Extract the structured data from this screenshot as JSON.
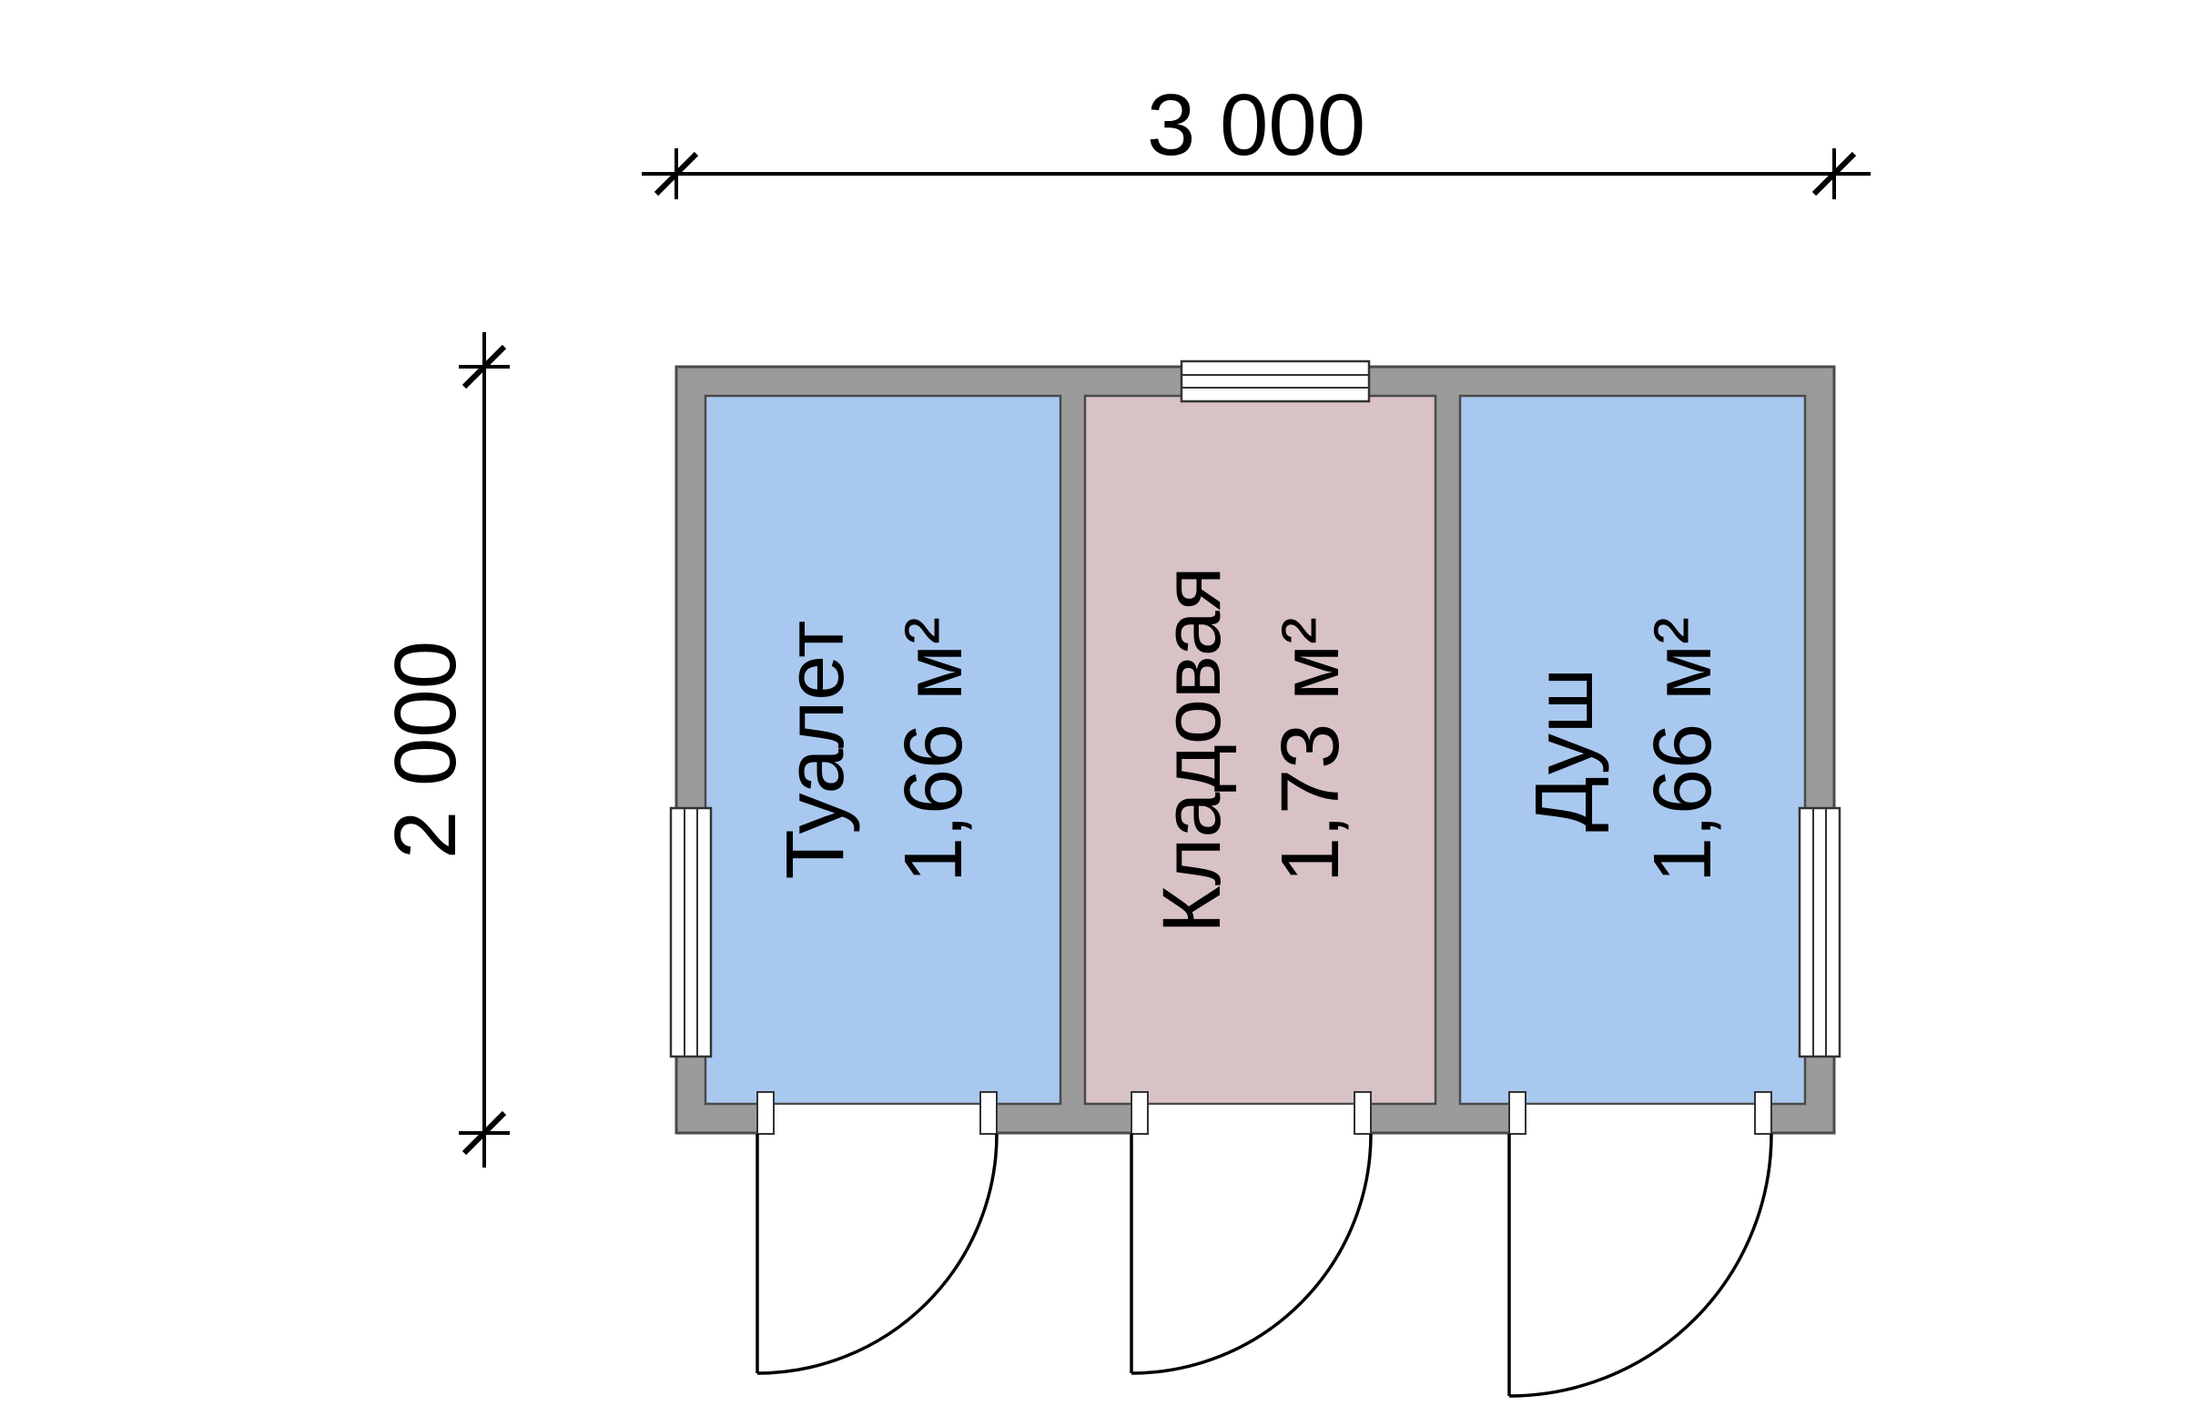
{
  "plan": {
    "horizontal_dimension": "3 000",
    "vertical_dimension": "2 000",
    "rooms": [
      {
        "name": "Туалет",
        "area": "1,66 м²",
        "fill": "#a9c8ef"
      },
      {
        "name": "Кладовая",
        "area": "1,73 м²",
        "fill": "#d8c2c5"
      },
      {
        "name": "Душ",
        "area": "1,66 м²",
        "fill": "#a9c8ef"
      }
    ],
    "colors": {
      "wall": "#9b9b9b",
      "wall_outline": "#4a4a4a",
      "line": "#000000",
      "background": "#ffffff"
    }
  }
}
